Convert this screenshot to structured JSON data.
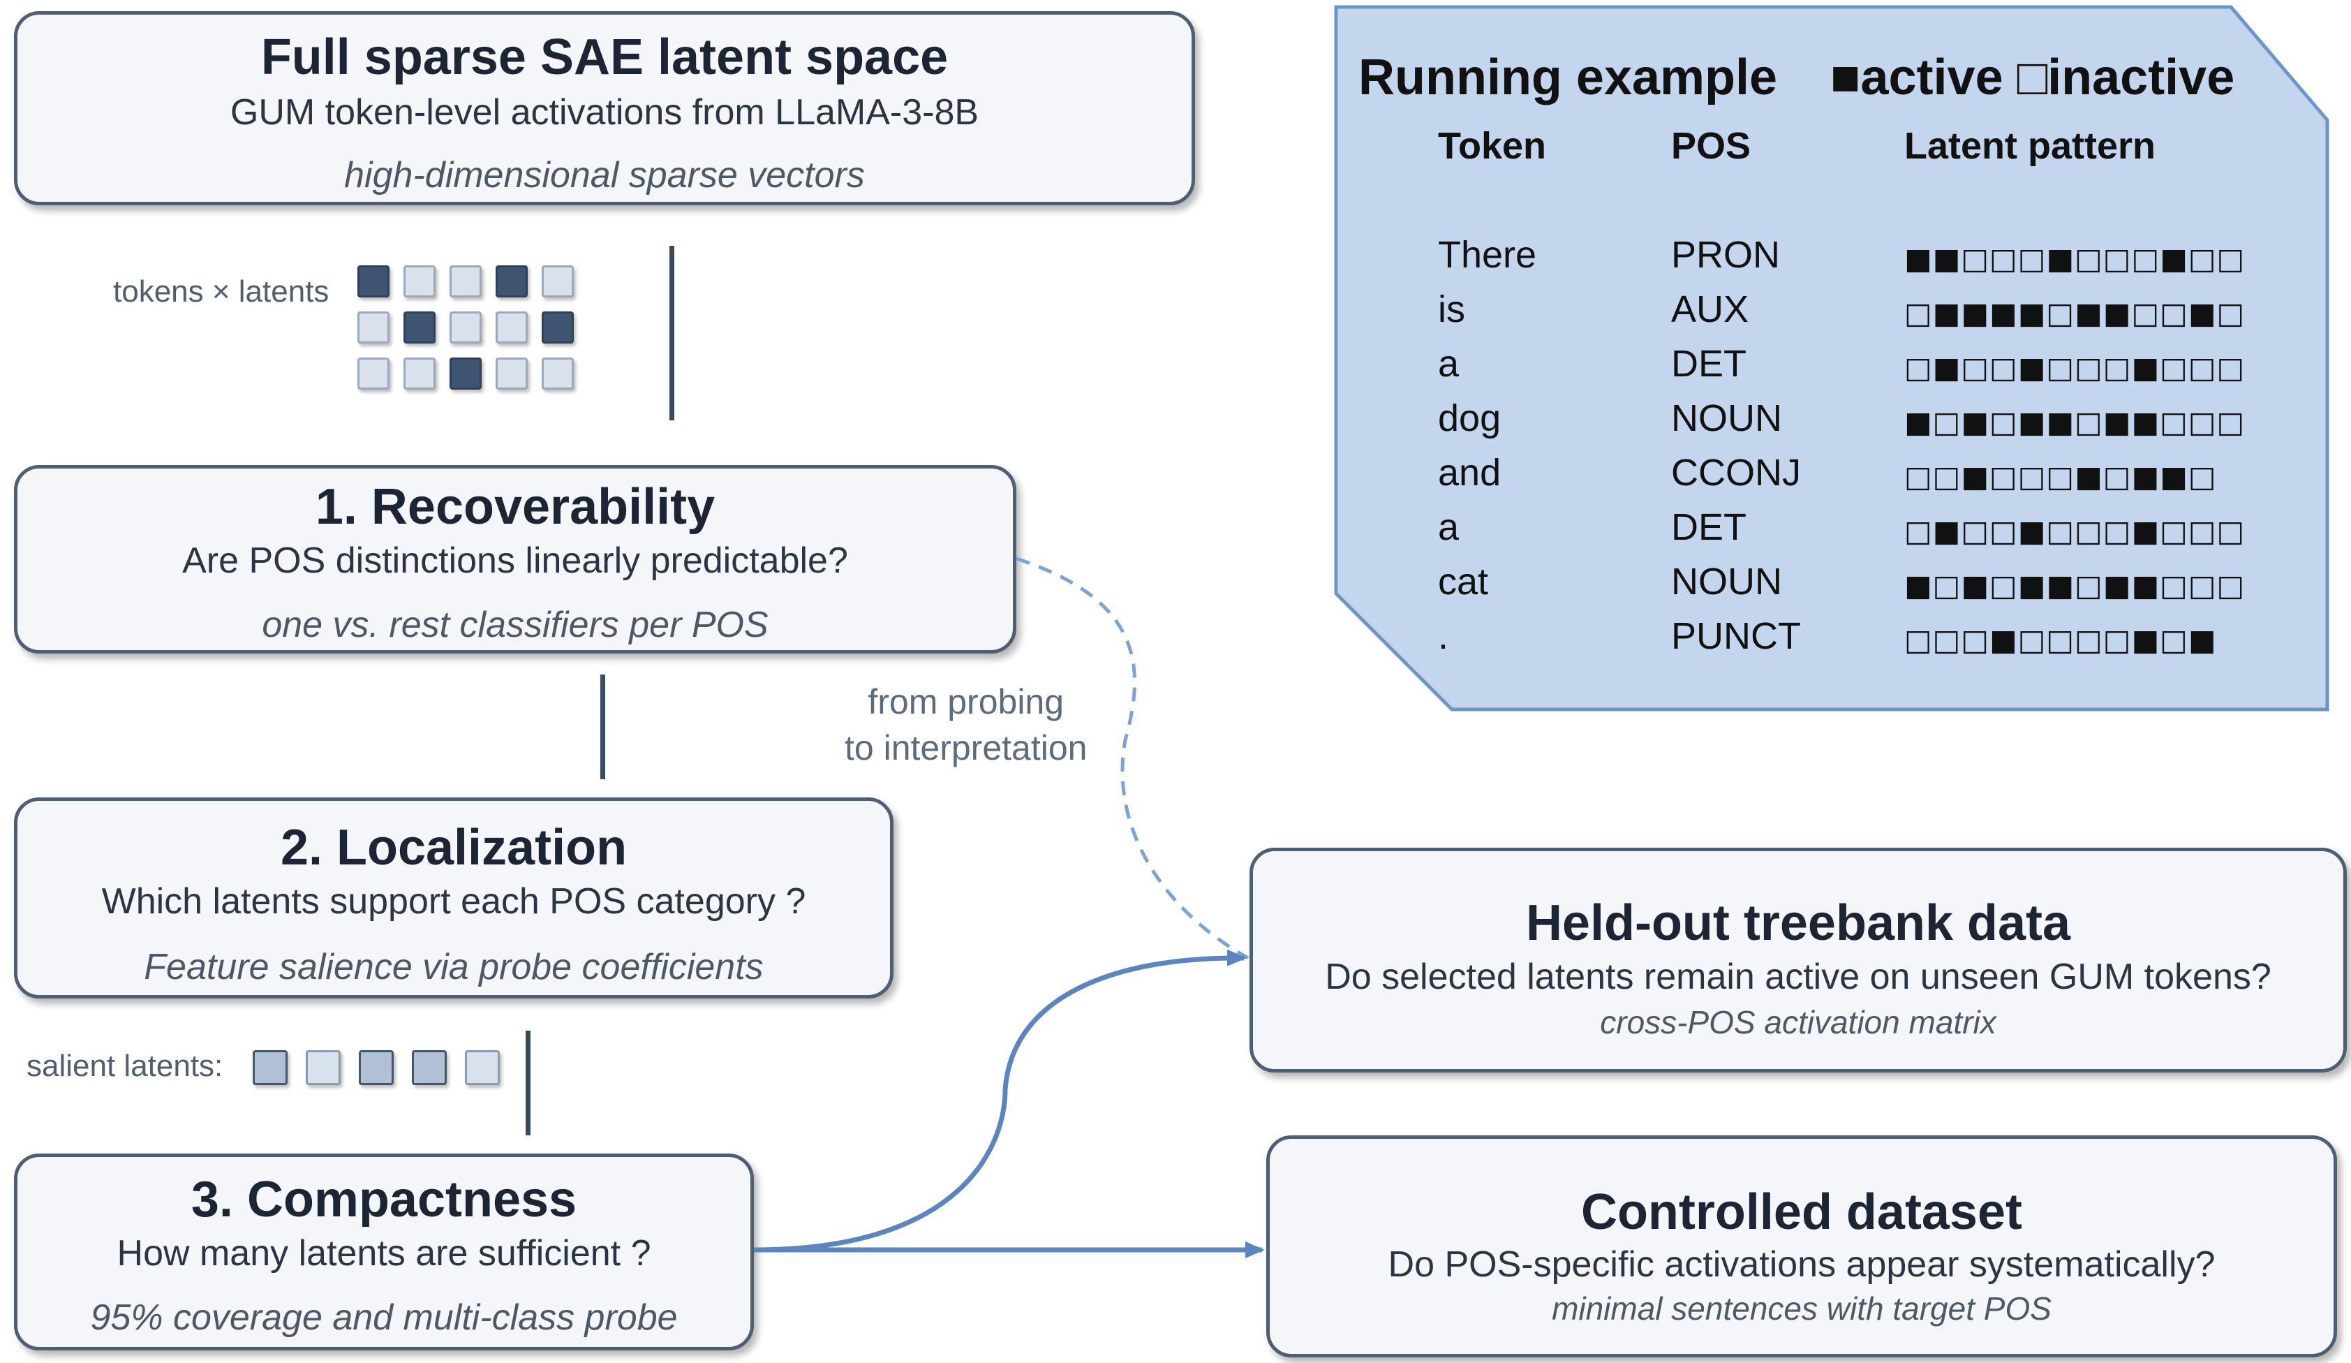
{
  "boxes": {
    "full": {
      "title": "Full sparse SAE latent space",
      "subtitle": "GUM token-level activations from LLaMA-3-8B",
      "italic": "high-dimensional sparse vectors"
    },
    "recoverability": {
      "title": "1. Recoverability",
      "subtitle": "Are POS distinctions linearly predictable?",
      "italic": "one vs. rest classifiers per POS"
    },
    "localization": {
      "title": "2. Localization",
      "subtitle": "Which latents support each POS category ?",
      "italic": "Feature salience via probe coefficients"
    },
    "compactness": {
      "title": "3. Compactness",
      "subtitle": "How many latents are sufficient ?",
      "italic": "95% coverage and multi-class probe"
    },
    "heldout": {
      "title": "Held-out treebank data",
      "subtitle": "Do selected latents remain active on unseen GUM tokens?",
      "italic": "cross-POS activation matrix"
    },
    "controlled": {
      "title": "Controlled dataset",
      "subtitle": "Do POS-specific activations appear systematically?",
      "italic": "minimal sentences with target POS"
    }
  },
  "labels": {
    "tokens_latents": "tokens × latents",
    "salient_latents": "salient latents:",
    "flow_line1": "from probing",
    "flow_line2": "to interpretation"
  },
  "example": {
    "title": "Running example",
    "legend": "■active □inactive",
    "headers": {
      "token": "Token",
      "pos": "POS",
      "pattern": "Latent pattern"
    },
    "rows": [
      {
        "token": "There",
        "pos": "PRON",
        "pattern": "■■□□□■□□□■□□"
      },
      {
        "token": "is",
        "pos": "AUX",
        "pattern": "□■■■■□■■□□■□"
      },
      {
        "token": "a",
        "pos": "DET",
        "pattern": "□■□□■□□□■□□□"
      },
      {
        "token": "dog",
        "pos": "NOUN",
        "pattern": "■□■□■■□■■□□□"
      },
      {
        "token": "and",
        "pos": "CCONJ",
        "pattern": "□□■□□□■□■■□"
      },
      {
        "token": "a",
        "pos": "DET",
        "pattern": "□■□□■□□□■□□□"
      },
      {
        "token": "cat",
        "pos": "NOUN",
        "pattern": "■□■□■■□■■□□□"
      },
      {
        "token": ".",
        "pos": "PUNCT",
        "pattern": "□□□■□□□□■□■"
      }
    ]
  },
  "colors": {
    "panel_fill": "#c4d6ee",
    "panel_border": "#6c95c8",
    "arrow": "#5a85bf",
    "box_border": "#4f5f73"
  }
}
